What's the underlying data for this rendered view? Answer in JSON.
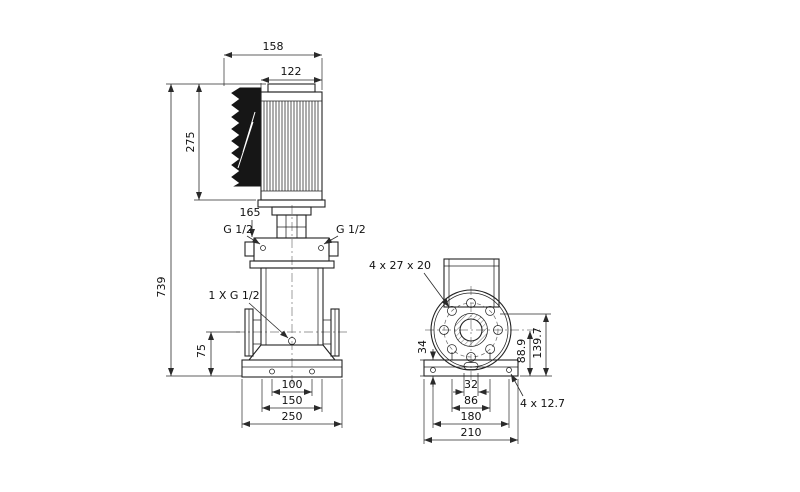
{
  "canvas": {
    "background": "#ffffff",
    "line_color": "#2a2a2a"
  },
  "front_view": {
    "dims": {
      "w158": "158",
      "w122": "122",
      "h275": "275",
      "h165": "165",
      "h739": "739",
      "h75": "75",
      "w100": "100",
      "w150": "150",
      "w250": "250"
    },
    "labels": {
      "port_left": "G 1/2",
      "port_right": "G 1/2",
      "drain_port": "1 X G 1/2"
    }
  },
  "side_view": {
    "dims": {
      "h34": "34",
      "h88_9": "88.9",
      "h139_7": "139.7",
      "w32": "32",
      "w86": "86",
      "w180": "180",
      "w210": "210"
    },
    "labels": {
      "flange_holes": "4 x 27 x 20",
      "base_holes": "4 x 12.7"
    }
  }
}
